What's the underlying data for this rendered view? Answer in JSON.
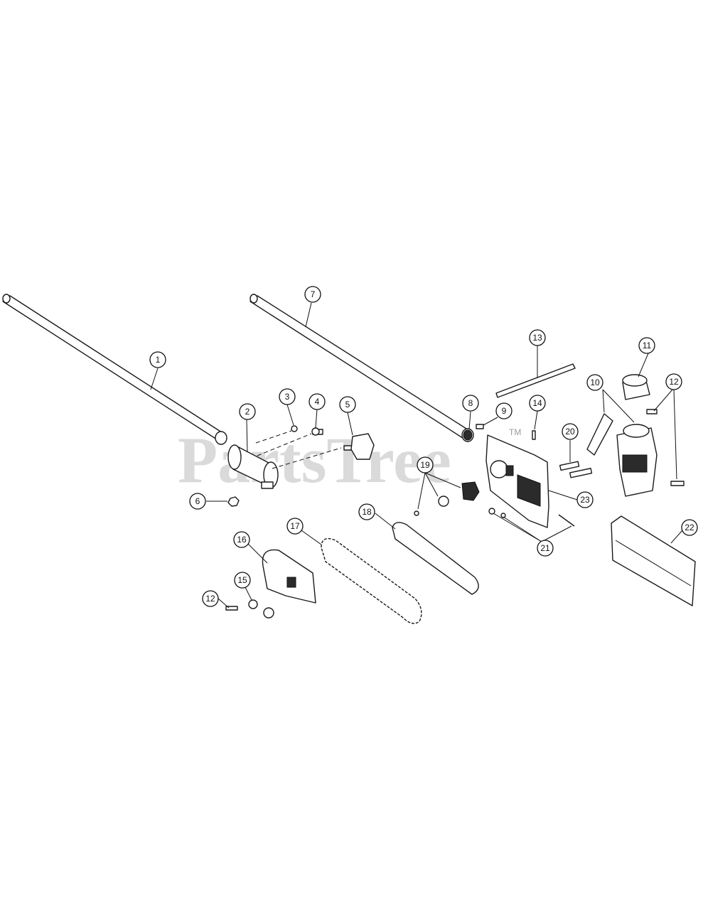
{
  "watermark": {
    "text": "PartsTree",
    "trademark": "TM"
  },
  "callouts": [
    "1",
    "2",
    "3",
    "4",
    "5",
    "6",
    "7",
    "8",
    "9",
    "10",
    "11",
    "12",
    "12",
    "13",
    "14",
    "15",
    "16",
    "17",
    "18",
    "19",
    "20",
    "21",
    "22",
    "23"
  ]
}
